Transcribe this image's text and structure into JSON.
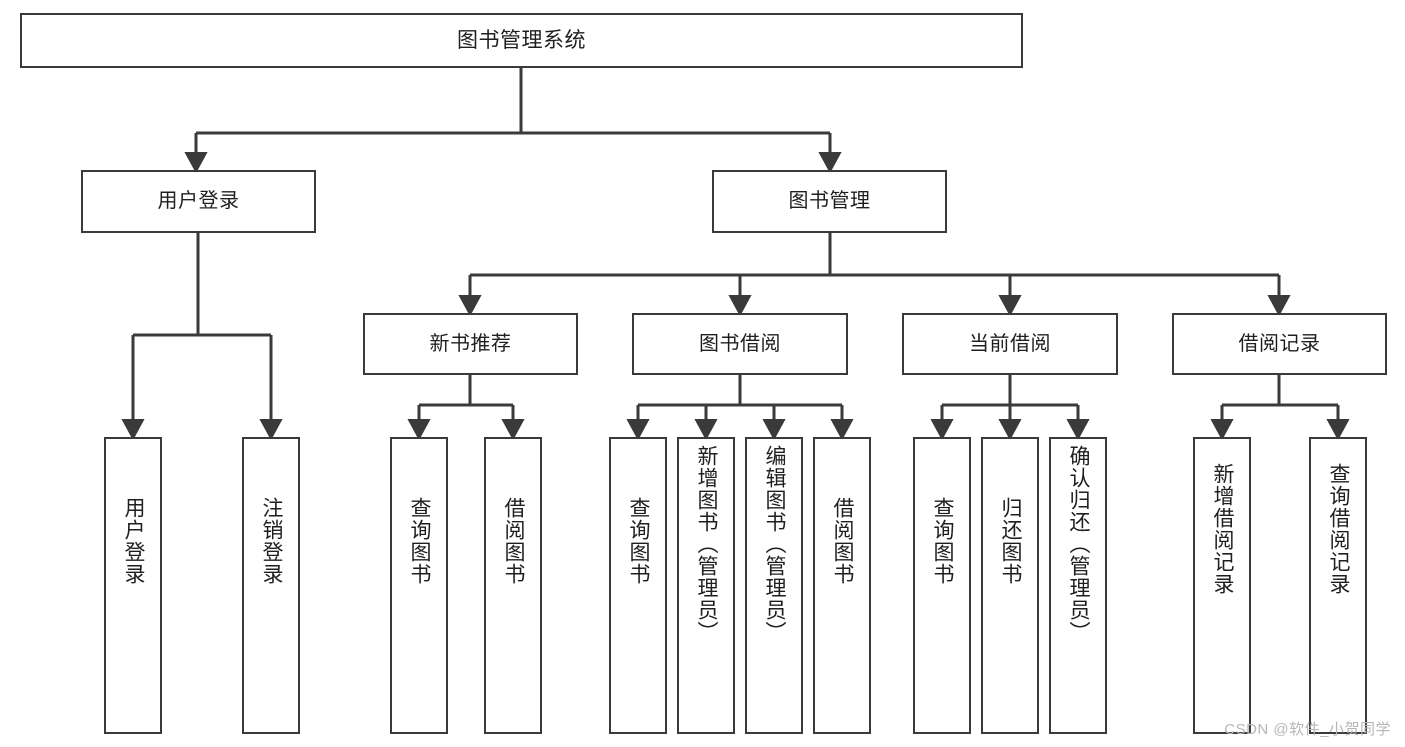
{
  "diagram": {
    "type": "tree-hierarchy",
    "title": "图书管理系统",
    "orientation": "top-down",
    "colors": {
      "box_border": "#3a3a3a",
      "box_fill": "#ffffff",
      "connector": "#3a3a3a",
      "text": "#1f1f1f",
      "watermark": "#b6b6b6"
    }
  },
  "root": {
    "label": "图书管理系统"
  },
  "level2": [
    {
      "label": "用户登录"
    },
    {
      "label": "图书管理"
    }
  ],
  "level3": [
    {
      "label": "新书推荐"
    },
    {
      "label": "图书借阅"
    },
    {
      "label": "当前借阅"
    },
    {
      "label": "借阅记录"
    }
  ],
  "leaves": {
    "user_login": [
      {
        "label": "用户登录"
      },
      {
        "label": "注销登录"
      }
    ],
    "new_book_recommend": [
      {
        "label": "查询图书"
      },
      {
        "label": "借阅图书"
      }
    ],
    "book_borrow": [
      {
        "label": "查询图书"
      },
      {
        "label": "新增图书（管理员）"
      },
      {
        "label": "编辑图书（管理员）"
      },
      {
        "label": "借阅图书"
      }
    ],
    "current_borrow": [
      {
        "label": "查询图书"
      },
      {
        "label": "归还图书"
      },
      {
        "label": "确认归还（管理员）"
      }
    ],
    "borrow_record": [
      {
        "label": "新增借阅记录"
      },
      {
        "label": "查询借阅记录"
      }
    ]
  },
  "watermark": {
    "text": "CSDN @软件_小贺同学"
  }
}
